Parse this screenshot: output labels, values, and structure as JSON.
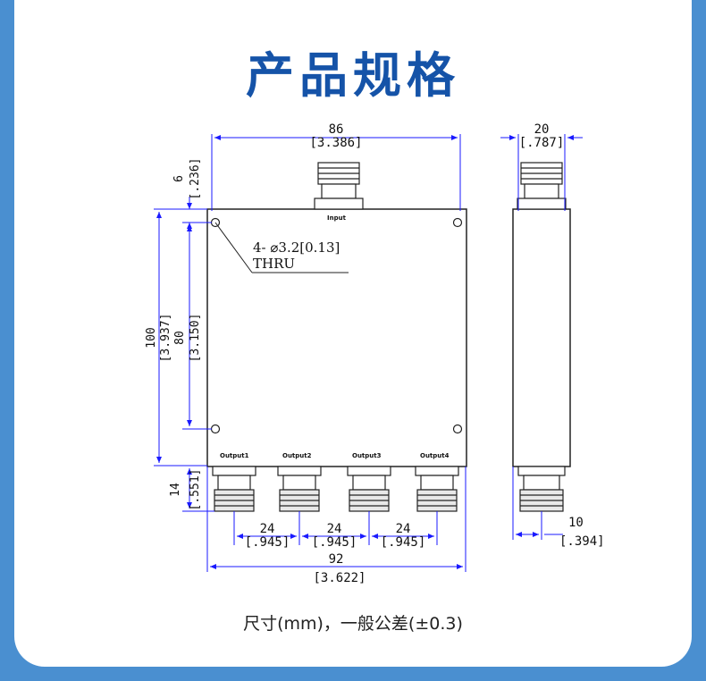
{
  "title": "产品规格",
  "caption": "尺寸(mm)，一般公差(±0.3)",
  "drawing": {
    "width_top": {
      "mm": "86",
      "inch": "[3.386]"
    },
    "depth_top": {
      "mm": "20",
      "inch": "[.787]"
    },
    "hole_offset": {
      "mm": "6",
      "inch": "[.236]"
    },
    "height_total": {
      "mm": "100",
      "inch": "[3.937]"
    },
    "hole_pitch": {
      "mm": "80",
      "inch": "[3.150]"
    },
    "connector_len": {
      "mm": "14",
      "inch": "[.551]"
    },
    "pitch": [
      {
        "mm": "24",
        "inch": "[.945]"
      },
      {
        "mm": "24",
        "inch": "[.945]"
      },
      {
        "mm": "24",
        "inch": "[.945]"
      }
    ],
    "width_bottom": {
      "mm": "92",
      "inch": "[3.622]"
    },
    "side_offset": {
      "mm": "10",
      "inch": "[.394]"
    },
    "holes_note_line1": "4- ⌀3.2[0.13]",
    "holes_note_line2": "THRU",
    "input_label": "Input",
    "output_labels": [
      "Output1",
      "Output2",
      "Output3",
      "Output4"
    ]
  }
}
